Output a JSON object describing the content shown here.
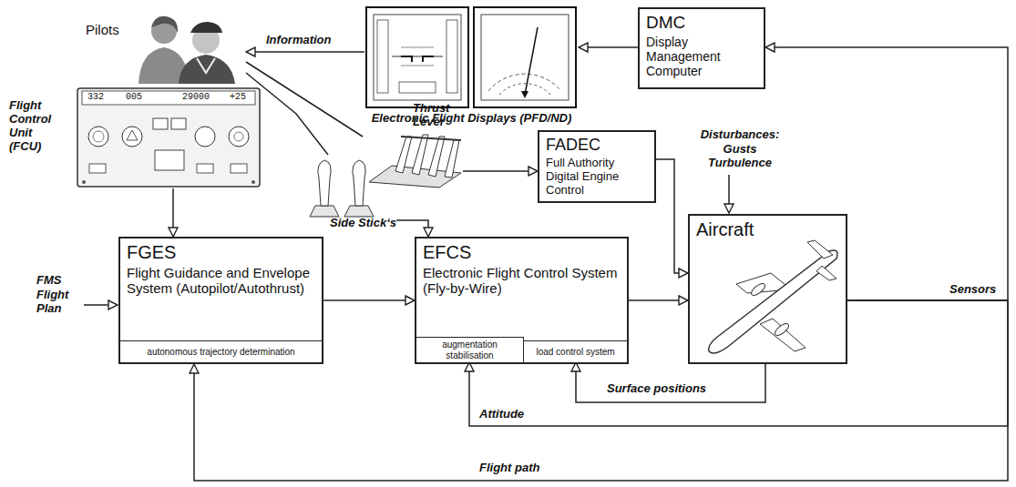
{
  "diagram": {
    "nodes": [
      {
        "text": [
          "Pilots"
        ]
      },
      {
        "text": [
          "Electronic Flight Displays (PFD/ND)"
        ]
      },
      {
        "text": [
          "DMC",
          "Display Management Computer"
        ]
      },
      {
        "text": [
          "Flight Control Unit (FCU)"
        ]
      },
      {
        "text": [
          "Thrust Lever"
        ]
      },
      {
        "text": [
          "Side Stick‘s"
        ]
      },
      {
        "text": [
          "FADEC",
          "Full Authority Digital Engine Control"
        ]
      },
      {
        "text": [
          "FGES",
          "Flight Guidance and Envelope System (Autopilot/Autothrust)"
        ]
      },
      {
        "text": [
          "autonomous trajectory determination"
        ],
        "in": 7
      },
      {
        "text": [
          "EFCS",
          "Electronic Flight Control System (Fly-by-Wire)"
        ]
      },
      {
        "text": [
          "augmentation stabilisation"
        ],
        "in": 9
      },
      {
        "text": [
          "load control system"
        ],
        "in": 9
      },
      {
        "text": [
          "Aircraft"
        ]
      }
    ],
    "edges": [
      {
        "from": 1,
        "to": 0,
        "label": "Information",
        "arrow": "to"
      },
      {
        "from": 2,
        "to": 1,
        "arrow": "to"
      },
      {
        "from": 12,
        "to": 2,
        "label": "Sensors",
        "arrow": "to"
      },
      {
        "from": 3,
        "to": 7,
        "arrow": "to"
      },
      {
        "from": 0,
        "to": 5,
        "arrow": "none"
      },
      {
        "from": 5,
        "to": 9,
        "arrow": "to"
      },
      {
        "from": 0,
        "to": 4,
        "arrow": "none"
      },
      {
        "from": 4,
        "to": 6,
        "arrow": "to"
      },
      {
        "from": 7,
        "to": 9,
        "arrow": "to"
      },
      {
        "from": 9,
        "to": 12,
        "arrow": "to"
      },
      {
        "from": 6,
        "to": 12,
        "arrow": "to"
      },
      {
        "from": 12,
        "to": 11,
        "label": "Surface positions",
        "arrow": "to"
      },
      {
        "from": 12,
        "to": 10,
        "label": "Attitude",
        "arrow": "to"
      },
      {
        "from": 12,
        "to": 7,
        "label": "Flight path",
        "arrow": "to"
      }
    ],
    "labels": [
      "332",
      "005",
      "29000",
      "+25",
      "Disturbances: Gusts Turbulence",
      "FMS Flight Plan"
    ]
  }
}
